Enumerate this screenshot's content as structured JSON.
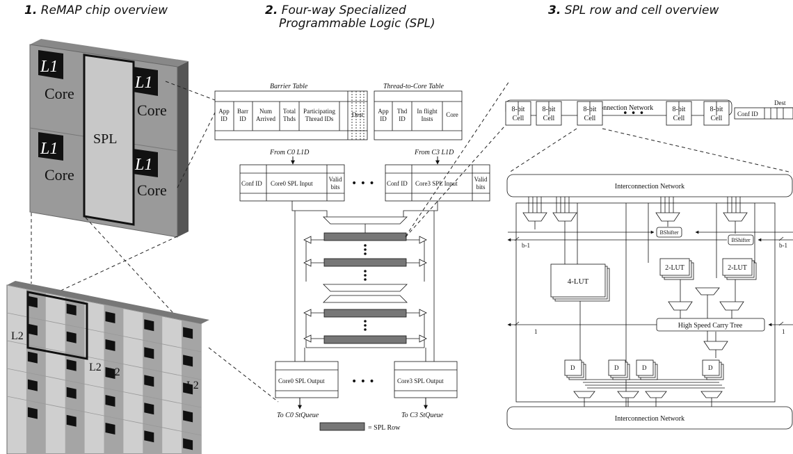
{
  "headings": {
    "h1_num": "1.",
    "h1_text": "ReMAP chip overview",
    "h2_num": "2.",
    "h2_line1": "Four-way Specialized",
    "h2_line2": "Programmable Logic (SPL)",
    "h3_num": "3.",
    "h3_text": "SPL row and cell overview"
  },
  "chip": {
    "l1": "L1",
    "core": "Core",
    "spl": "SPL",
    "l2": "L2"
  },
  "tables": {
    "barrier_title": "Barrier Table",
    "barrier_cols": [
      "App ID",
      "Barr ID",
      "Num Arrived",
      "Total Thds",
      "Participating Thread IDs",
      "Dest"
    ],
    "thread_title": "Thread-to-Core Table",
    "thread_cols": [
      "App ID",
      "Thd ID",
      "In flight Insts",
      "Core"
    ]
  },
  "spl": {
    "from_c0": "From C0 L1D",
    "from_c3": "From C3 L1D",
    "conf_id": "Conf ID",
    "core0_input": "Core0 SPL Input",
    "core3_input": "Core3 SPL Input",
    "valid_bits": "Valid bits",
    "core0_output": "Core0 SPL Output",
    "core3_output": "Core3 SPL Output",
    "to_c0": "To C0 StQueue",
    "to_c3": "To C3 StQueue",
    "legend": "= SPL Row",
    "ellipsis": "• • •"
  },
  "cells": {
    "interconnect": "Interconnection Network",
    "cell_label": "8-bit Cell",
    "dest": "Dest",
    "conf_id": "Conf ID",
    "ellipsis": "• • •"
  },
  "detail": {
    "interconnect": "Interconnection Network",
    "bshifter": "BShifter",
    "lut4": "4-LUT",
    "lut2": "2-LUT",
    "carry": "High Speed Carry Tree",
    "b_minus_1": "b-1",
    "one": "1",
    "d": "D"
  }
}
